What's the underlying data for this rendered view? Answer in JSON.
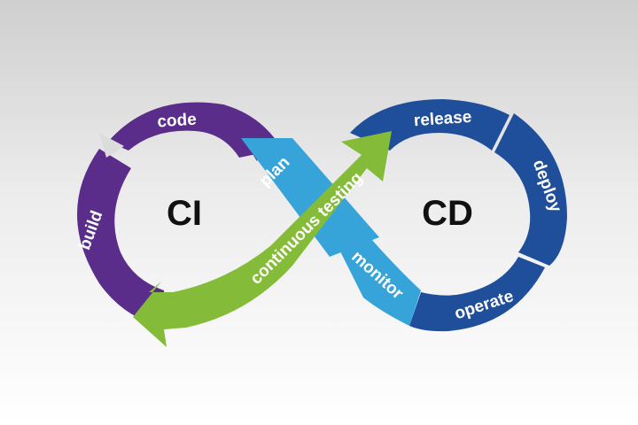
{
  "colors": {
    "ci_purple": "#5b2d8a",
    "cd_blue": "#1f4e9b",
    "light_blue": "#36a4d9",
    "green": "#84bc3a"
  },
  "ci_label": "CI",
  "cd_label": "CD",
  "segments": {
    "code": "code",
    "build": "build",
    "plan": "plan",
    "continuous_testing": "continuous testing",
    "release": "release",
    "deploy": "deploy",
    "operate": "operate",
    "monitor": "monitor"
  }
}
